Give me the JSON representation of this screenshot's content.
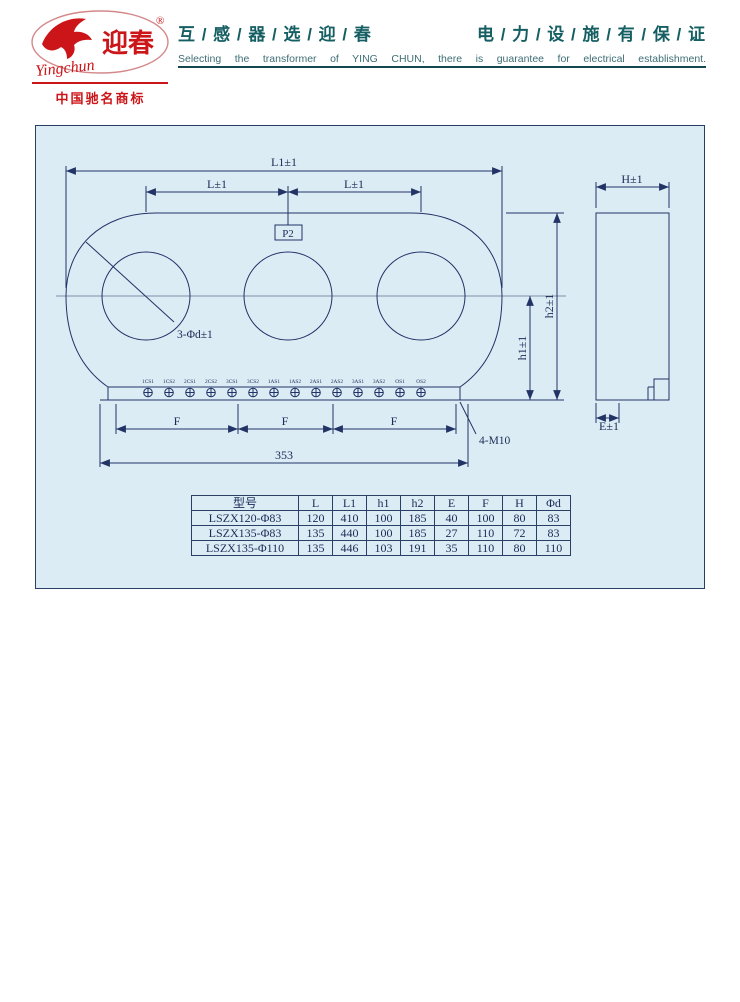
{
  "header": {
    "logo": {
      "brand_cn": "迎春",
      "reg": "®",
      "script": "Yingchun",
      "trademark": "中国驰名商标"
    },
    "slogan_cn_left": "互 / 感 / 器 / 选 / 迎 / 春",
    "slogan_cn_right": "电 / 力 / 设 / 施 / 有 / 保 / 证",
    "slogan_en": "Selecting the transformer of YING CHUN, there is guarantee for electrical establishment."
  },
  "drawing": {
    "dims": {
      "l1": "L1±1",
      "l_left": "L±1",
      "l_right": "L±1",
      "p2": "P2",
      "phi": "3-Φd±1",
      "f": "F",
      "m10": "4-M10",
      "total": "353",
      "h1": "h1±1",
      "h2": "h2±1",
      "h": "H±1",
      "e": "E±1"
    },
    "terminals": [
      "1CS1",
      "1CS2",
      "2CS1",
      "2CS2",
      "3CS1",
      "3CS2",
      "1AS1",
      "1AS2",
      "2AS1",
      "2AS2",
      "3AS1",
      "3AS2",
      "OS1",
      "OS2"
    ]
  },
  "table": {
    "headers": [
      "型号",
      "L",
      "L1",
      "h1",
      "h2",
      "E",
      "F",
      "H",
      "Φd"
    ],
    "rows": [
      [
        "LSZX120-Φ83",
        "120",
        "410",
        "100",
        "185",
        "40",
        "100",
        "80",
        "83"
      ],
      [
        "LSZX135-Φ83",
        "135",
        "440",
        "100",
        "185",
        "27",
        "110",
        "72",
        "83"
      ],
      [
        "LSZX135-Φ110",
        "135",
        "446",
        "103",
        "191",
        "35",
        "110",
        "80",
        "110"
      ]
    ]
  },
  "colors": {
    "line": "#223366",
    "panel_bg": "#dcecf5",
    "accent_red": "#cc1518",
    "header_teal": "#155f63"
  }
}
